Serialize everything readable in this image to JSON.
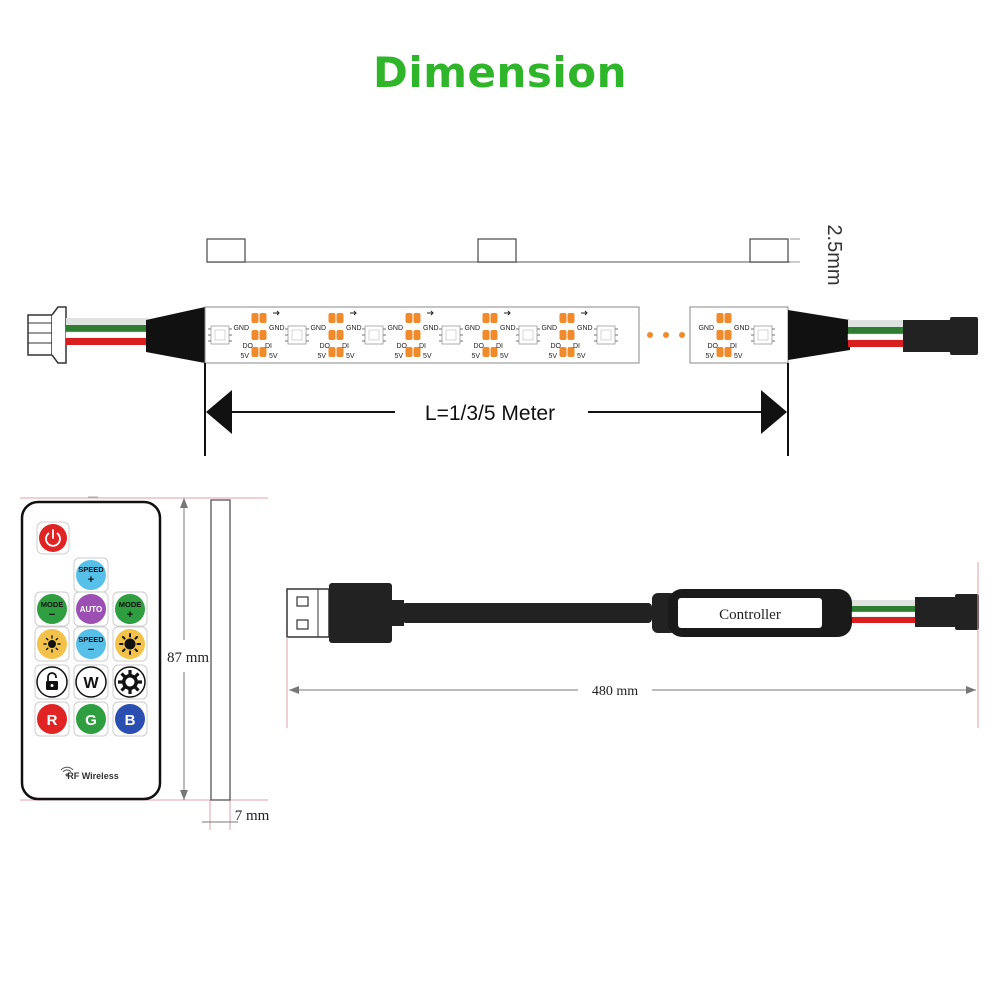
{
  "title": "Dimension",
  "strip": {
    "thickness_label": "2.5mm",
    "length_label": "L=1/3/5 Meter",
    "pad_labels": {
      "gnd": "GND",
      "do": "DO",
      "di": "DI",
      "v5": "5V"
    }
  },
  "remote": {
    "height_label": "87 mm",
    "thickness_label": "7 mm",
    "brand_label": "RF Wireless",
    "buttons": {
      "speed_up_top": "SPEED",
      "speed_up_sym": "+",
      "mode_minus_top": "MODE",
      "mode_minus_sym": "−",
      "auto": "AUTO",
      "mode_plus_top": "MODE",
      "mode_plus_sym": "+",
      "speed_down_top": "SPEED",
      "speed_down_sym": "−",
      "w": "W",
      "r": "R",
      "g": "G",
      "b": "B"
    }
  },
  "controller": {
    "label": "Controller",
    "length_label": "480 mm"
  },
  "colors": {
    "accent_green": "#2fb52a",
    "pad_orange": "#f08a2a",
    "wire_red": "#d81e1e",
    "wire_green": "#2e7d32",
    "dim_line_pink": "#e0a0a8",
    "btn_red": "#e02424",
    "btn_blue": "#56c0e8",
    "btn_green": "#2e9e40",
    "btn_purple": "#9b4fb3",
    "btn_yellow": "#f3c24a"
  }
}
